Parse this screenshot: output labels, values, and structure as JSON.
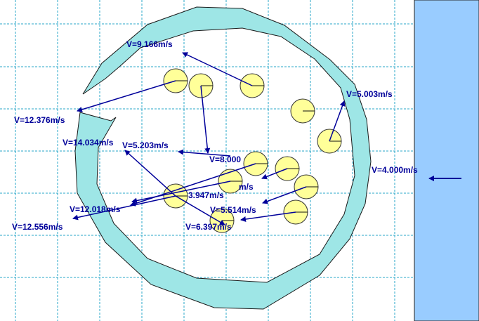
{
  "colors": {
    "background": "#ffffff",
    "grid": "#2aa7c8",
    "ring_fill": "#9ee6e6",
    "ring_stroke": "#1a1a1a",
    "wall": "#99ccff",
    "particle_fill": "#ffff99",
    "particle_stroke": "#333333",
    "vector": "#00009a",
    "label": "#00009a"
  },
  "scene": {
    "incoming_label": "V=4.000m/s",
    "particles": [
      {
        "id": "p1",
        "velocity_label": "V=9.166m/s"
      },
      {
        "id": "p2",
        "velocity_label": "V=12.376m/s"
      },
      {
        "id": "p3",
        "velocity_label": "V=8.000"
      },
      {
        "id": "p4",
        "velocity_label": "V=5.003m/s"
      },
      {
        "id": "p5",
        "velocity_label": "V=14.034m/s"
      },
      {
        "id": "p6",
        "velocity_label": "V=5.203m/s"
      },
      {
        "id": "p7",
        "velocity_label": "3.947m/s"
      },
      {
        "id": "p8",
        "velocity_label": "m/s"
      },
      {
        "id": "p9",
        "velocity_label": "V=12.018m/s"
      },
      {
        "id": "p10",
        "velocity_label": "V=5.514m/s"
      },
      {
        "id": "p11",
        "velocity_label": "V=12.556m/s"
      },
      {
        "id": "p12",
        "velocity_label": "V=6.397m/s"
      }
    ]
  }
}
